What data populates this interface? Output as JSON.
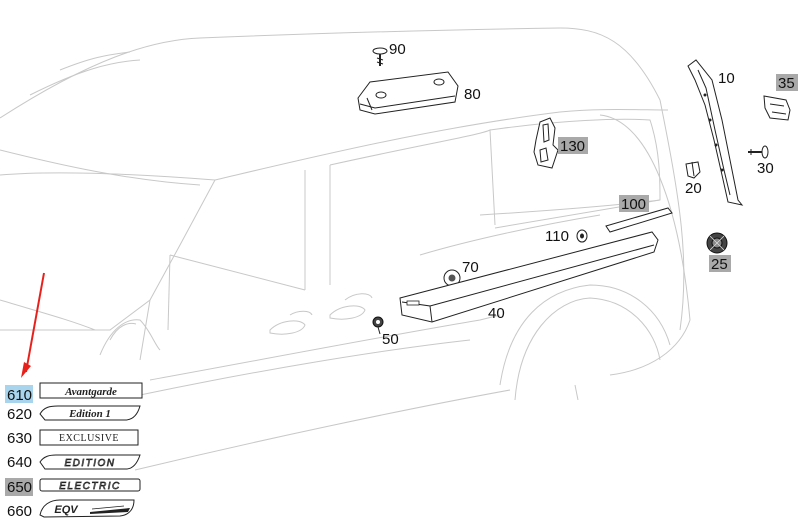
{
  "callouts": {
    "c10": "10",
    "c20": "20",
    "c25": "25",
    "c30": "30",
    "c35": "35",
    "c40": "40",
    "c50": "50",
    "c70": "70",
    "c80": "80",
    "c90": "90",
    "c100": "100",
    "c110": "110",
    "c130": "130",
    "c610": "610",
    "c620": "620",
    "c630": "630",
    "c640": "640",
    "c650": "650",
    "c660": "660"
  },
  "badges": {
    "b610": "Avantgarde",
    "b620": "Edition 1",
    "b630": "EXCLUSIVE",
    "b640": "EDITION",
    "b650": "ELECTRIC",
    "b660": "EQV"
  },
  "colors": {
    "highlight_selected": "#a8d4ee",
    "highlight_grey": "#a9a9a9",
    "arrow": "#e8201c"
  }
}
